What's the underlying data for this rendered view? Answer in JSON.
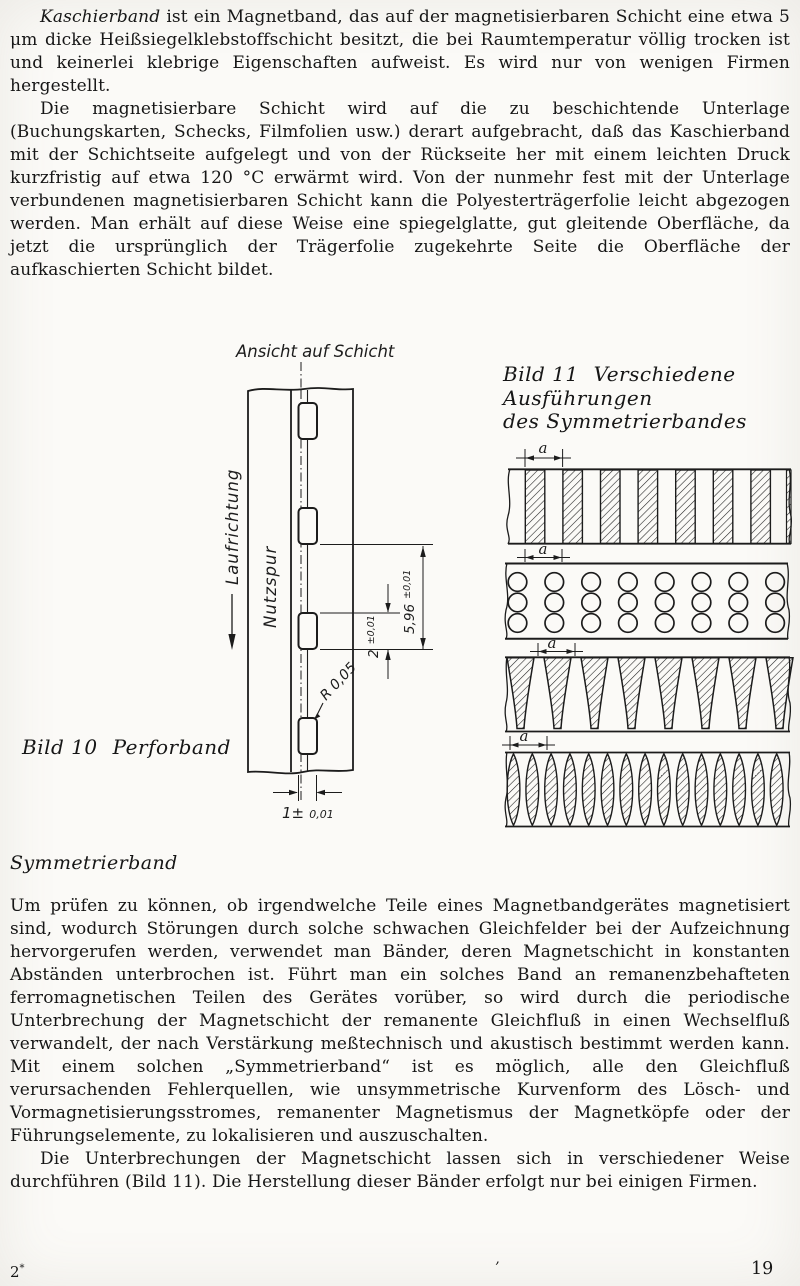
{
  "document": {
    "paragraph1": {
      "lead_italic": "Kaschierband",
      "text": " ist ein Magnetband, das auf der magnetisierbaren Schicht eine etwa 5 μm dicke Heißsiegelklebstoffschicht besitzt, die bei Raumtemperatur völlig trocken ist und keinerlei klebrige Eigenschaften aufweist. Es wird nur von wenigen Firmen hergestellt."
    },
    "paragraph2": "Die magnetisierbare Schicht wird auf die zu beschichtende Unterlage (Buchungskarten, Schecks, Filmfolien usw.) derart aufgebracht, daß das Kaschierband mit der Schichtseite aufgelegt und von der Rückseite her mit einem leichten Druck kurzfristig auf etwa 120 °C erwärmt wird. Von der nunmehr fest mit der Unterlage verbundenen magnetisierbaren Schicht kann die Polyesterträgerfolie leicht abgezogen werden. Man erhält auf diese Weise eine spiegelglatte, gut gleitende Oberfläche, da jetzt die ursprünglich der Trägerfolie zugekehrte Seite die Oberfläche der aufkaschierten Schicht bildet.",
    "section_heading": "Symmetrierband",
    "paragraph3": "Um prüfen zu können, ob irgendwelche Teile eines Magnetbandgerätes magnetisiert sind, wodurch Störungen durch solche schwachen Gleichfelder bei der Aufzeichnung hervorgerufen werden, verwendet man Bänder, deren Magnetschicht in konstanten Abständen unterbrochen ist. Führt man ein solches Band an remanenzbehafteten ferromagnetischen Teilen des Gerätes vorüber, so wird durch die periodische Unterbrechung der Magnetschicht der remanente Gleichfluß in einen Wechselfluß verwandelt, der nach Verstärkung meßtechnisch und akustisch bestimmt werden kann. Mit einem solchen „Symmetrierband“ ist es möglich, alle den Gleichfluß verursachenden Fehlerquellen, wie unsymmetrische Kurvenform des Lösch- und Vormagnetisierungsstromes, remanenter Magnetismus der Magnetköpfe oder der Führungselemente, zu lokalisieren und auszuschalten.",
    "paragraph4": "Die Unterbrechungen der Magnetschicht lassen sich in verschiedener Weise durchführen (Bild 11). Die Herstellung dieser Bänder erfolgt nur bei einigen Firmen."
  },
  "figure10": {
    "caption_number": "Bild 10",
    "caption_title": "Perforband",
    "label_view": "Ansicht auf Schicht",
    "label_direction": "Laufrichtung",
    "label_track": "Nutzspur",
    "dim_pitch_value": "5,96",
    "dim_pitch_tolerance": "±0,01",
    "dim_slot_value": "2",
    "dim_slot_tolerance": "±0,01",
    "dim_radius": "R 0,05",
    "dim_width_value": "1±",
    "dim_width_tolerance": "0,01"
  },
  "figure11": {
    "caption_number": "Bild 11",
    "caption_line1": "Verschiedene",
    "caption_line2": "Ausführungen",
    "caption_line3": "des Symmetrierbandes",
    "dim_label": "a"
  },
  "footer": {
    "signature_mark": "2",
    "signature_star": "*",
    "center_mark": "’",
    "page_number": "19"
  },
  "colors": {
    "ink": "#1c1c1c",
    "paper": "#fbfaf7"
  }
}
